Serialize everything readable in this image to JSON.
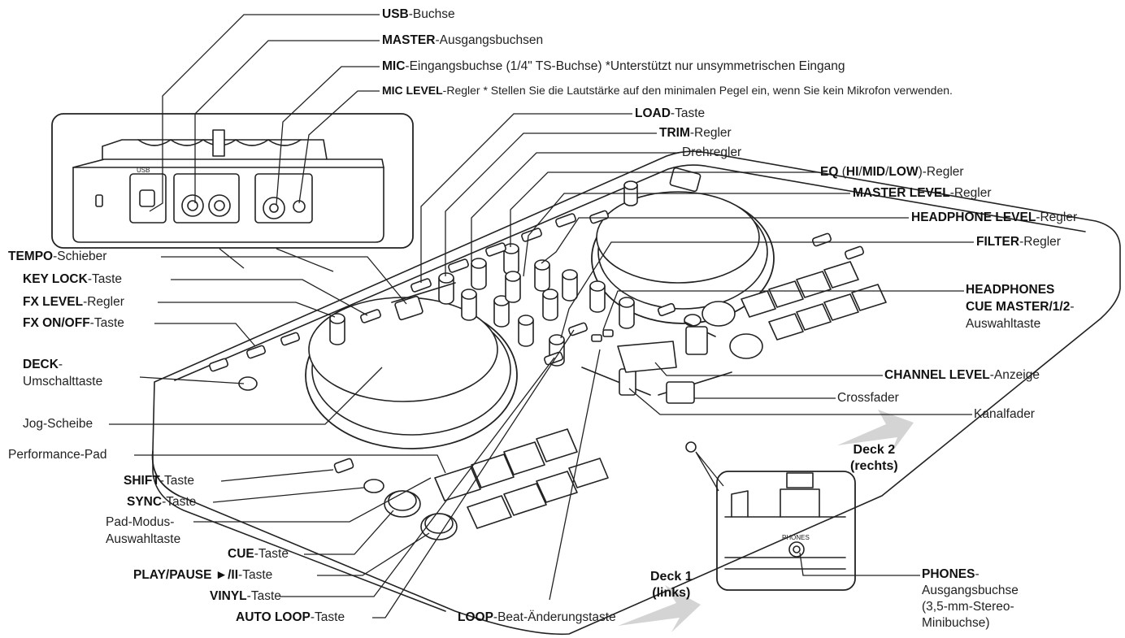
{
  "labels": {
    "usb": {
      "bold": "USB",
      "rest": "-Buchse"
    },
    "master_out": {
      "bold": "MASTER",
      "rest": "-Ausgangsbuchsen"
    },
    "mic_in": {
      "bold": "MIC",
      "rest": "-Eingangsbuchse (1/4\" TS-Buchse) *Unterstützt nur unsymmetrischen Eingang"
    },
    "mic_level": {
      "bold": "MIC LEVEL",
      "rest": "-Regler * Stellen Sie die Lautstärke auf den minimalen Pegel ein, wenn Sie kein Mikrofon verwenden."
    },
    "load": {
      "bold": "LOAD",
      "rest": "-Taste"
    },
    "trim": {
      "bold": "TRIM",
      "rest": "-Regler"
    },
    "drehregler": {
      "rest": "Drehregler"
    },
    "eq": {
      "bold1": "EQ",
      "mid1": " (",
      "bold2": "HI",
      "s1": "/",
      "bold3": "MID",
      "s2": "/",
      "bold4": "LOW",
      "rest": ")-Regler"
    },
    "master_level": {
      "bold": "MASTER LEVEL",
      "rest": "-Regler"
    },
    "headphone_level": {
      "bold": "HEADPHONE LEVEL",
      "rest": "-Regler"
    },
    "filter": {
      "bold": "FILTER",
      "rest": "-Regler"
    },
    "headphones_cue": {
      "line1": "HEADPHONES",
      "line2_bold": "CUE MASTER/1/2",
      "line2_rest": "-",
      "line3": "Auswahltaste"
    },
    "channel_level": {
      "bold": "CHANNEL LEVEL",
      "rest": "-Anzeige"
    },
    "crossfader": {
      "rest": "Crossfader"
    },
    "kanalfader": {
      "rest": "Kanalfader"
    },
    "tempo": {
      "bold": "TEMPO",
      "rest": "-Schieber"
    },
    "key_lock": {
      "bold": "KEY LOCK",
      "rest": "-Taste"
    },
    "fx_level": {
      "bold": "FX LEVEL",
      "rest": "-Regler"
    },
    "fx_onoff": {
      "bold": "FX ON/OFF",
      "rest": "-Taste"
    },
    "deck_switch": {
      "bold": "DECK",
      "rest1": "-",
      "line2": "Umschalttaste"
    },
    "jog": {
      "rest": "Jog-Scheibe"
    },
    "pad": {
      "rest": "Performance-Pad"
    },
    "shift": {
      "bold": "SHIFT",
      "rest": "-Taste"
    },
    "sync": {
      "bold": "SYNC",
      "rest": "-Taste"
    },
    "pad_mode": {
      "line1": "Pad-Modus-",
      "line2": "Auswahltaste"
    },
    "cue": {
      "bold": "CUE",
      "rest": "-Taste"
    },
    "play_pause": {
      "bold": "PLAY/PAUSE ►/II",
      "rest": "-Taste"
    },
    "vinyl": {
      "bold": "VINYL",
      "rest": "-Taste"
    },
    "auto_loop": {
      "bold": "AUTO LOOP",
      "rest": "-Taste"
    },
    "loop_beat": {
      "bold": "LOOP",
      "rest": "-Beat-Änderungstaste"
    },
    "phones": {
      "bold": "PHONES",
      "rest": "-",
      "line2": "Ausgangsbuchse",
      "line3": "(3,5-mm-Stereo-",
      "line4": "Minibuchse)"
    }
  },
  "decks": {
    "deck1": {
      "line1": "Deck 1",
      "line2": "(links)"
    },
    "deck2": {
      "line1": "Deck 2",
      "line2": "(rechts)"
    }
  },
  "panel_text": {
    "usb_small": "USB",
    "phones_small": "PHONES"
  }
}
